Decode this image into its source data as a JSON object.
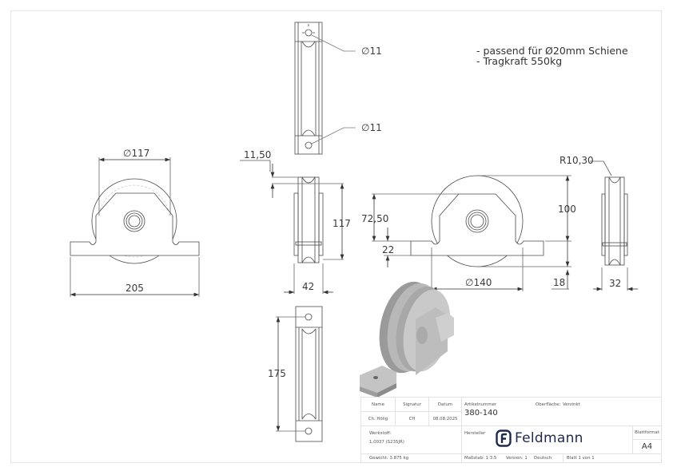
{
  "drawing": {
    "notes": [
      "- passend für Ø20mm Schiene",
      "- Tragkraft 550kg"
    ],
    "dimensions": {
      "top_view_hole_top": "∅11",
      "top_view_hole_bottom": "∅11",
      "front_wheel_diameter": "∅117",
      "front_base_width": "205",
      "side_groove_offset": "11,50",
      "side_height": "117",
      "side_width": "42",
      "front_large_height": "100",
      "front_large_bracket_height": "72,50",
      "front_large_base_height": "22",
      "front_large_wheel_diameter": "∅140",
      "front_large_below_base": "18",
      "groove_radius": "R10,30",
      "side_right_width": "32",
      "bottom_view_hole_spacing": "175"
    }
  },
  "title_block": {
    "headers": {
      "name": "Name",
      "signatur": "Signatur",
      "datum": "Datum"
    },
    "values": {
      "name": "Ch. Hölig",
      "signatur": "CH",
      "datum": "08.08.2025"
    },
    "artikelnummer_label": "Artikelnummer",
    "artikelnummer": "380-140",
    "oberflaeche_label": "Oberfläche:",
    "oberflaeche": "Verzinkt",
    "werkstoff_label": "Werkstoff:",
    "werkstoff": "1.0037 (S235JR)",
    "hersteller_label": "Hersteller",
    "manufacturer": "Feldmann",
    "blattformat_label": "Blattformat",
    "blattformat": "A4",
    "gewicht": "Gewicht: 3.875 kg",
    "massstab": "Maßstab: 1:3.5",
    "version": "Version: 1",
    "sprache": "Deutsch",
    "blatt": "Blatt 1 von 1"
  },
  "colors": {
    "logo": "#1e2a4a",
    "line": "#4a4a4a",
    "frame": "#e6e6e6"
  }
}
